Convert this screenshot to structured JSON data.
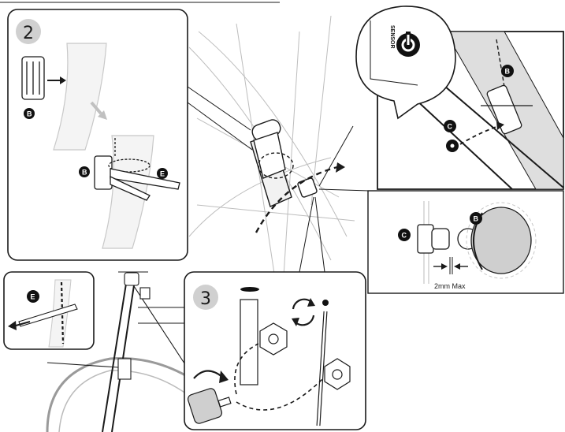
{
  "panels": {
    "step2": {
      "number": "2"
    },
    "step3": {
      "number": "3"
    }
  },
  "labels": {
    "sensor_text": "SENSOR",
    "gap_note": "2mm Max",
    "badge_b": "B",
    "badge_c": "C",
    "badge_e": "E"
  },
  "colors": {
    "line": "#1a1a1a",
    "tube_fill": "#eeeeee",
    "panel_badge": "#d0d0d0",
    "magnet": "#cfcfcf",
    "badge_fill": "#111111"
  }
}
